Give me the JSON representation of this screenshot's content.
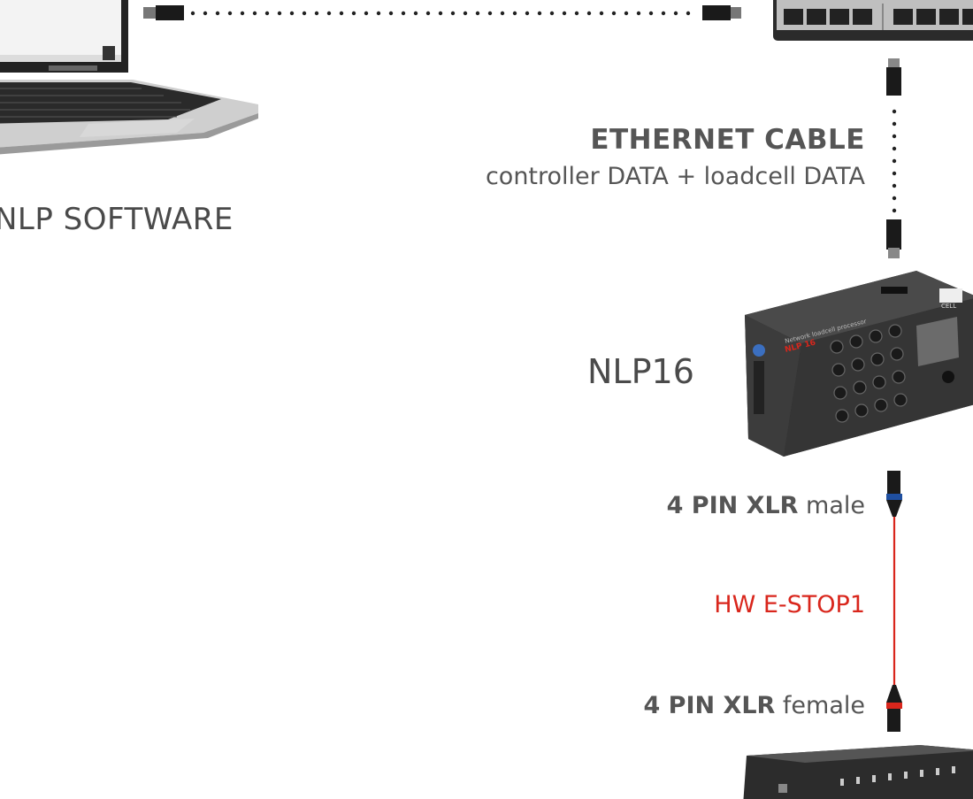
{
  "labels": {
    "software": "NLP SOFTWARE",
    "ethernet_title": "ETHERNET CABLE",
    "ethernet_sub": "controller DATA + loadcell DATA",
    "nlp": "NLP16",
    "xlr_male_bold": "4 PIN XLR",
    "xlr_male_rest": " male",
    "estop": "HW E-STOP1",
    "xlr_female_bold": "4 PIN XLR",
    "xlr_female_rest": " female"
  },
  "device_text": {
    "nlp_header": "Network loadcell processor",
    "nlp_model": "NLP 16",
    "brand": "CELL"
  },
  "colors": {
    "text": "#4a4a4a",
    "estop": "#d9261c",
    "xlr_male_band": "#1f4fa0",
    "xlr_female_band": "#d9261c",
    "device_body": "#3a3a3a"
  }
}
